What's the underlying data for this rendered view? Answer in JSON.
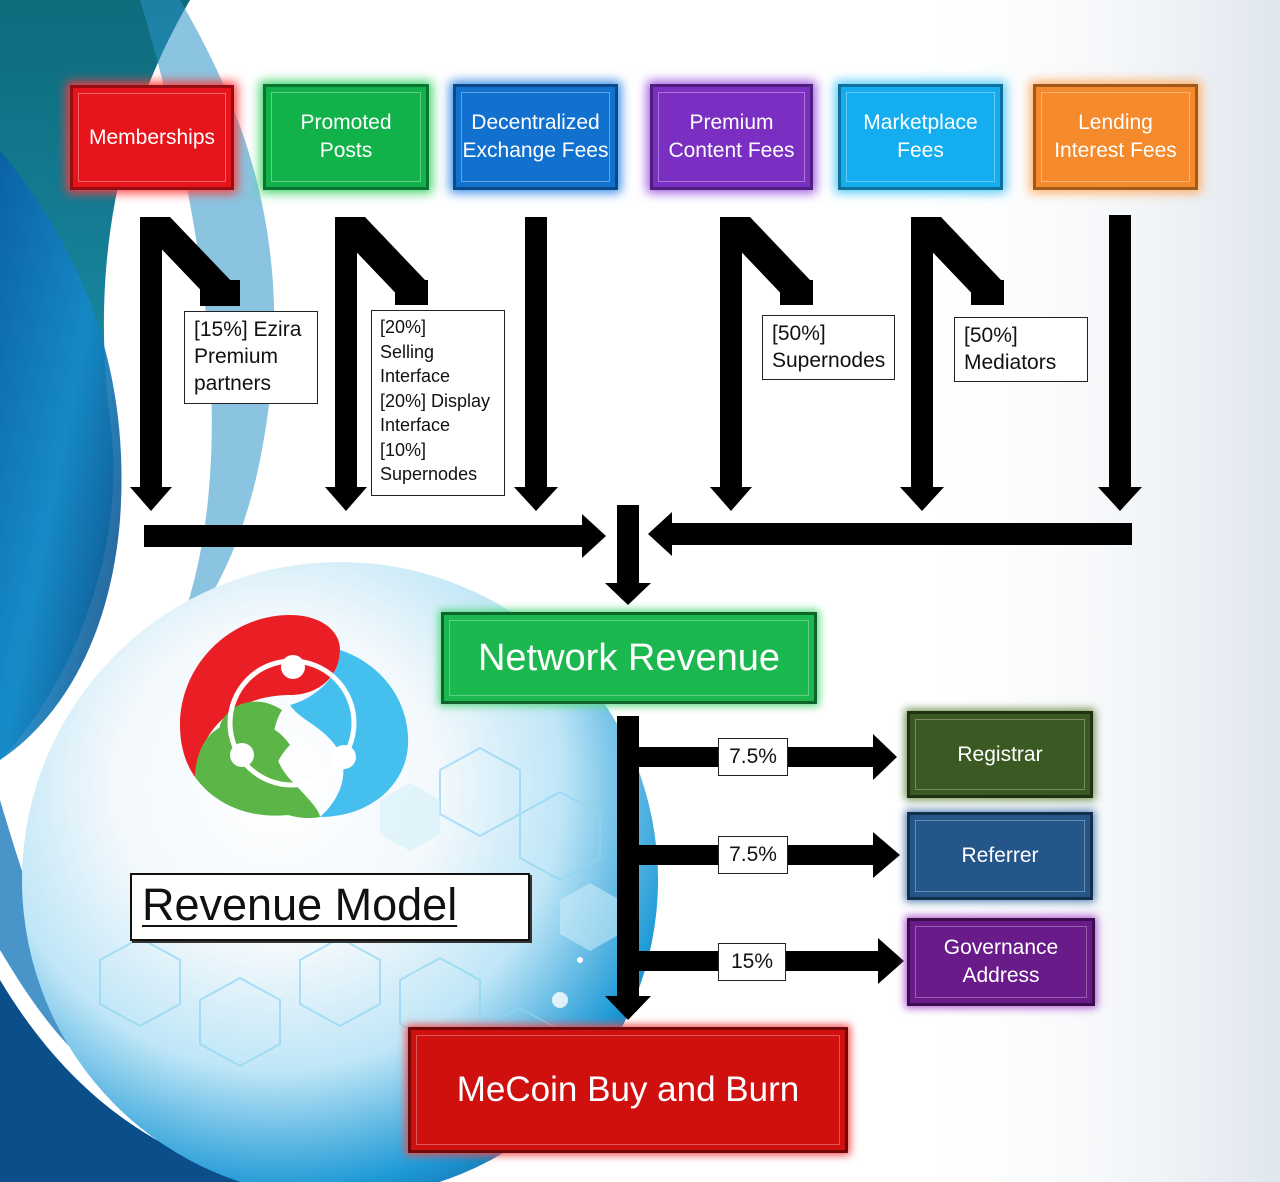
{
  "colors": {
    "memberships": "#e8141b",
    "promoted_posts": "#12b24a",
    "decentralized_exchange": "#1271cf",
    "premium_content": "#7b2fc2",
    "marketplace": "#14aef0",
    "lending": "#f58a2c",
    "network_revenue": "#1ab84f",
    "registrar": "#3b5a23",
    "referrer": "#24568a",
    "governance": "#6a1b8a",
    "mecoin": "#d0100f"
  },
  "sources": [
    {
      "key": "memberships",
      "label": "Memberships"
    },
    {
      "key": "promoted_posts",
      "label": "Promoted\nPosts"
    },
    {
      "key": "decentralized_exchange",
      "label": "Decentralized\nExchange Fees"
    },
    {
      "key": "premium_content",
      "label": "Premium\nContent Fees"
    },
    {
      "key": "marketplace",
      "label": "Marketplace\nFees"
    },
    {
      "key": "lending",
      "label": "Lending\nInterest Fees"
    }
  ],
  "notes": {
    "ezira": "[15%] Ezira\nPremium\npartners",
    "promoted": "[20%]\nSelling\nInterface\n[20%] Display\nInterface\n[10%]\nSupernodes",
    "premium": "[50%]\nSupernodes",
    "marketplace": "[50%]\nMediators"
  },
  "network_revenue": "Network Revenue",
  "outputs": [
    {
      "key": "registrar",
      "label": "Registrar",
      "pct": "7.5%"
    },
    {
      "key": "referrer",
      "label": "Referrer",
      "pct": "7.5%"
    },
    {
      "key": "governance",
      "label": "Governance\nAddress",
      "pct": "15%"
    }
  ],
  "mecoin": "MeCoin Buy and Burn",
  "title": "Revenue Model",
  "icons": [
    "three-swirl-logo-icon"
  ]
}
